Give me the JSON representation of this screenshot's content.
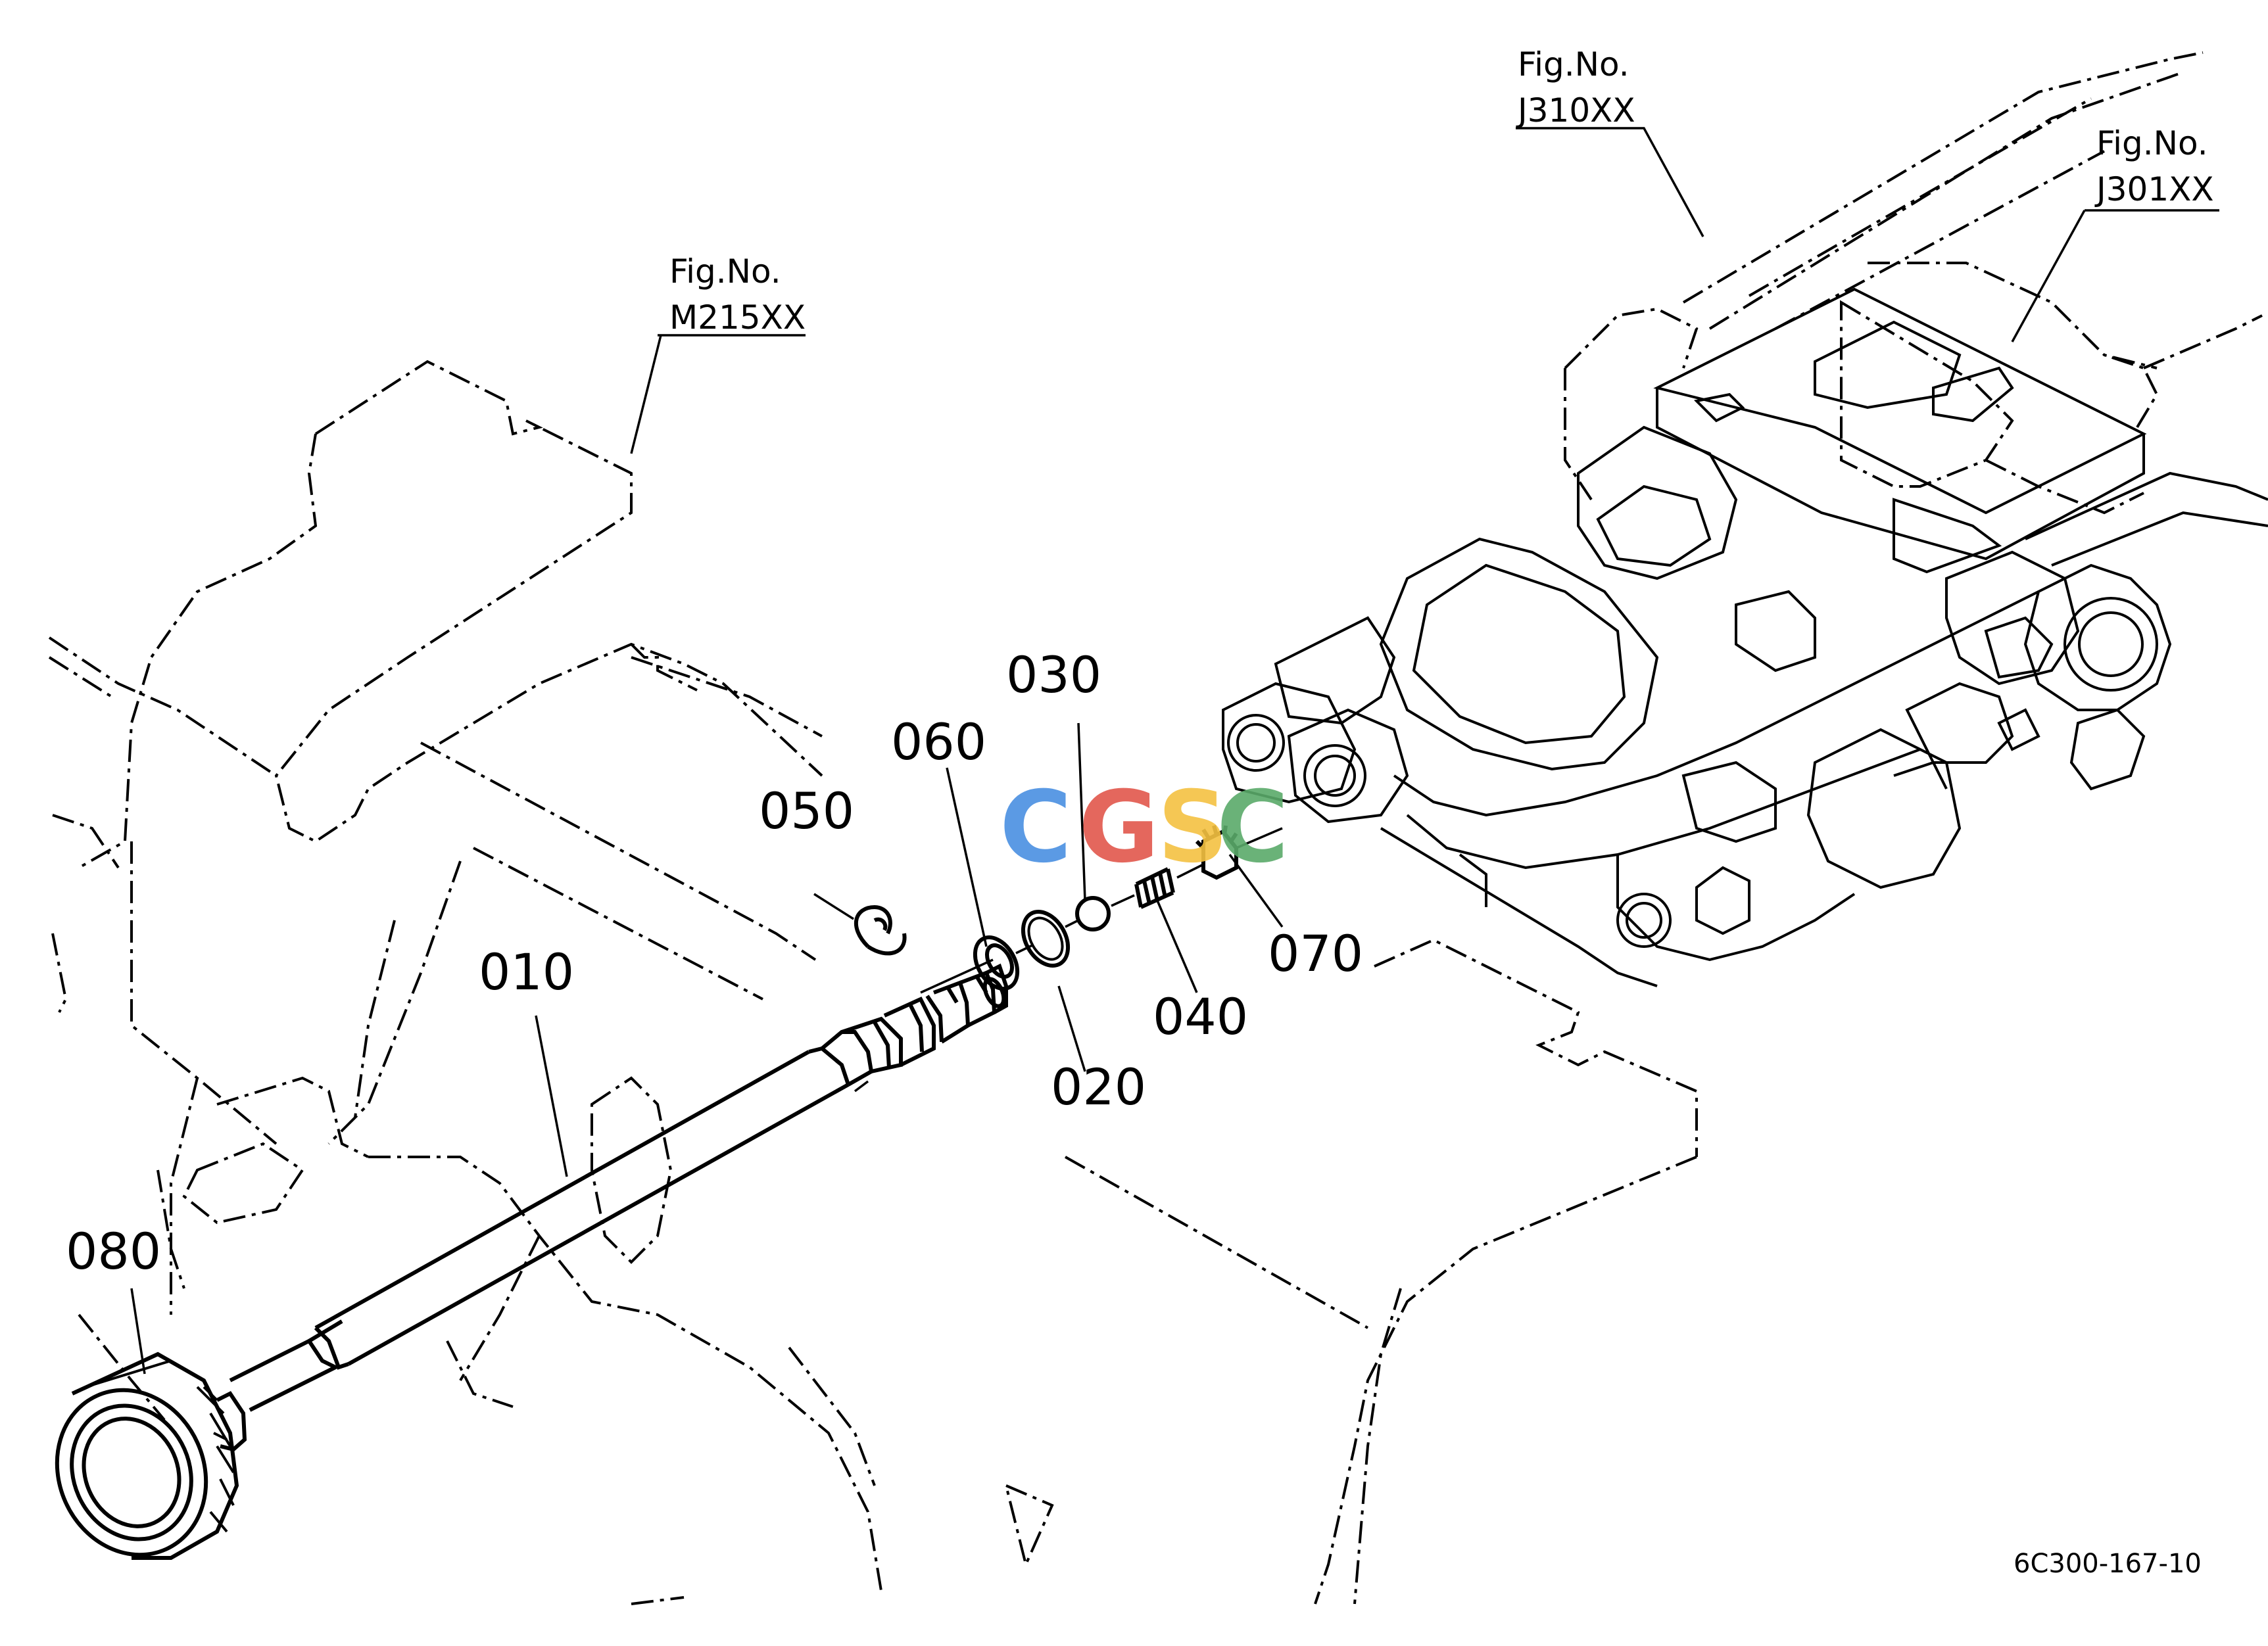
{
  "figure_refs": [
    {
      "line1": "Fig.No.",
      "line2": "M215XX"
    },
    {
      "line1": "Fig.No.",
      "line2": "J310XX"
    },
    {
      "line1": "Fig.No.",
      "line2": "J301XX"
    }
  ],
  "parts": [
    {
      "ref": "010"
    },
    {
      "ref": "020"
    },
    {
      "ref": "030"
    },
    {
      "ref": "040"
    },
    {
      "ref": "050"
    },
    {
      "ref": "060"
    },
    {
      "ref": "070"
    },
    {
      "ref": "080"
    }
  ],
  "watermark": {
    "letters": [
      "C",
      "G",
      "S",
      "C"
    ],
    "colors": [
      "#4a90e2",
      "#e2574c",
      "#f5c242",
      "#5aaa6a"
    ]
  },
  "drawing_code": "6C300-167-10"
}
